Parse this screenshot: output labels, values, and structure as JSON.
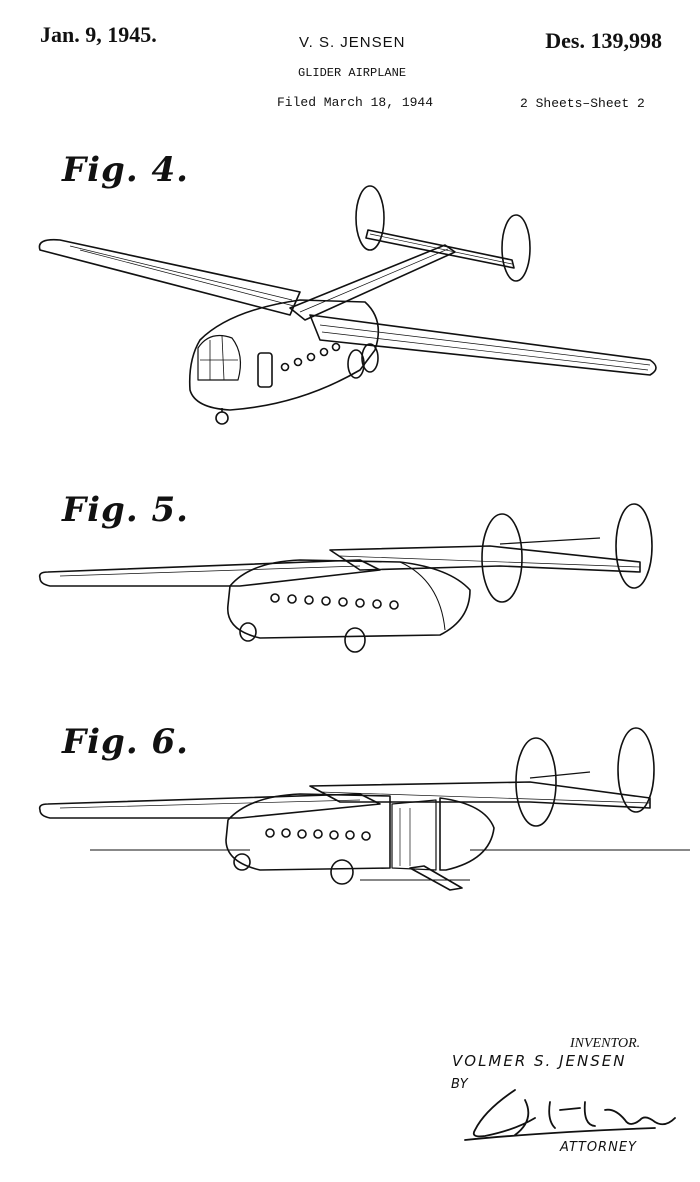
{
  "header": {
    "date": "Jan. 9, 1945.",
    "inventor": "V. S. JENSEN",
    "title": "GLIDER AIRPLANE",
    "filed": "Filed March 18, 1944",
    "patent_number": "Des. 139,998",
    "sheet": "2 Sheets–Sheet 2"
  },
  "figures": [
    {
      "label": "Fig. 4."
    },
    {
      "label": "Fig. 5."
    },
    {
      "label": "Fig. 6."
    }
  ],
  "signature_block": {
    "inventor_label": "INVENTOR.",
    "inventor_name": "VOLMER S. JENSEN",
    "by_label": "BY",
    "attorney_label": "ATTORNEY"
  }
}
